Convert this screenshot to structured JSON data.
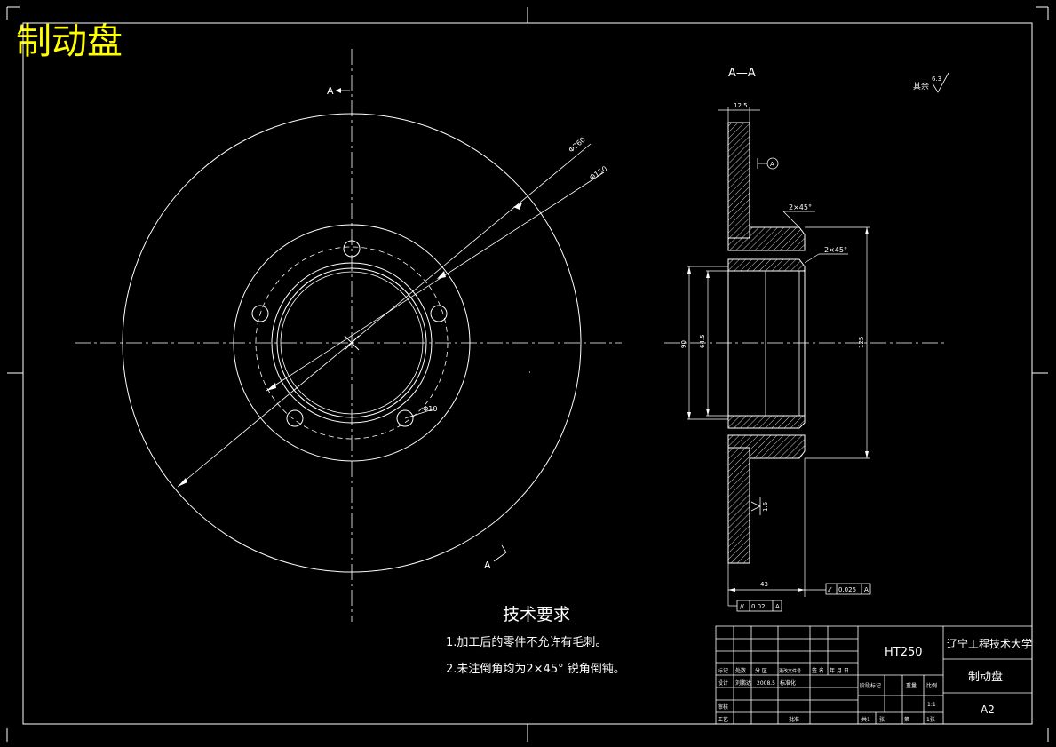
{
  "sheet_title": "制动盘",
  "section": {
    "title": "A—A",
    "mark_top": "A",
    "mark_bottom": "A"
  },
  "roughness_note": {
    "prefix": "其余",
    "value": "6.3"
  },
  "dims": {
    "dia_outer": "Φ260",
    "dia_pcd": "Φ150",
    "hole_dia": "Φ10",
    "chamfer_1": "2×45°",
    "chamfer_2": "2×45°",
    "thickness_top": "12.5",
    "left_outer": "90",
    "left_inner": "64.5",
    "right_dia": "125",
    "width": "43",
    "tolerance_flat": "0.025",
    "tolerance_par": "0.02",
    "datum": "A",
    "roughness_side": "1.6"
  },
  "tech_req": {
    "heading": "技术要求",
    "items": [
      "1.加工后的零件不允许有毛刺。",
      "2.未注倒角均为2×45° 锐角倒钝。"
    ]
  },
  "title_block": {
    "material": "HT250",
    "school": "辽宁工程技术大学",
    "part_name": "制动盘",
    "drawing_no": "A2",
    "row_headers": [
      "标记",
      "处数",
      "分 区",
      "更改文件号",
      "签 名",
      "年.月.日"
    ],
    "designer_label": "设计",
    "designer": "刘鹏达",
    "date": "2008.5",
    "std_label": "标准化",
    "review_label": "审核",
    "process_label": "工艺",
    "approve_label": "批准",
    "stage_headers": [
      "阶段标记",
      "重量",
      "比例"
    ],
    "scale": "1:1",
    "sheet_info": [
      "共1",
      "张",
      "第",
      "1张"
    ]
  }
}
